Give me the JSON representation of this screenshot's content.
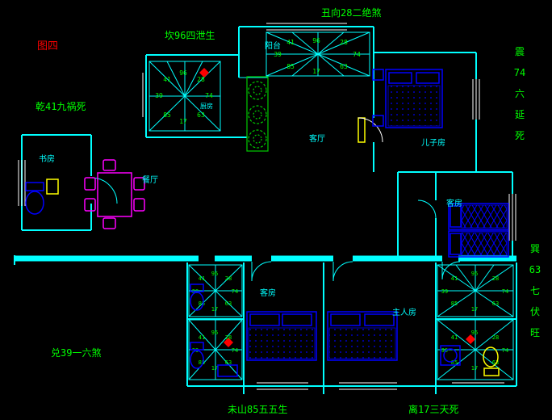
{
  "figure_label": "图四",
  "perimeter": {
    "north": "坎96四泄生",
    "northeast": "丑向28二绝煞",
    "northwest": "乾41九祸死",
    "west": "兑39一六煞",
    "southwest": "未山85五五生",
    "south": "离17三天死",
    "east_stack": [
      "震",
      "74",
      "六",
      "延",
      "死"
    ],
    "southeast_stack": [
      "巽",
      "63",
      "七",
      "伏",
      "旺"
    ]
  },
  "rooms": {
    "balcony": "阳台",
    "living": "客厅",
    "son_room": "儿子房",
    "study": "书房",
    "dining": "餐厅",
    "kitchen": "厨房",
    "guest_right": "客房",
    "guest_bottom": "客房",
    "master": "主人房"
  },
  "compass": {
    "numbers": {
      "nw": "41",
      "n": "96",
      "ne": "28",
      "w": "39",
      "e": "74",
      "sw": "85",
      "s": "17",
      "se": "63"
    }
  },
  "colors": {
    "wall": "#00ffff",
    "text_green": "#00ff00",
    "furniture": "#0000ff",
    "dining_set": "#ff00ff",
    "accent_red": "#ff0000",
    "door_yellow": "#ffff00",
    "plant_green": "#00cc00",
    "figure_red": "#ff0000",
    "background": "#000000"
  }
}
